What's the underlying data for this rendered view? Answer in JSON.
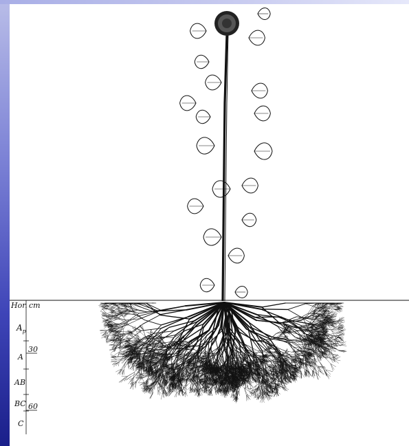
{
  "slide": {
    "accent_left": "#2b32a8",
    "accent_top": "#c4c8f0"
  },
  "soil_profile": {
    "header_left": "Hor.",
    "header_right": "cm",
    "horizons": [
      {
        "label": "A",
        "subscript": "p"
      },
      {
        "label": "A"
      },
      {
        "label": "AB"
      },
      {
        "label": "BC"
      },
      {
        "label": "C"
      }
    ],
    "depth_marks": [
      "30",
      "60"
    ]
  },
  "illustration": {
    "subject": "sunflower-plant-with-root-system",
    "ink_color": "#111111"
  }
}
